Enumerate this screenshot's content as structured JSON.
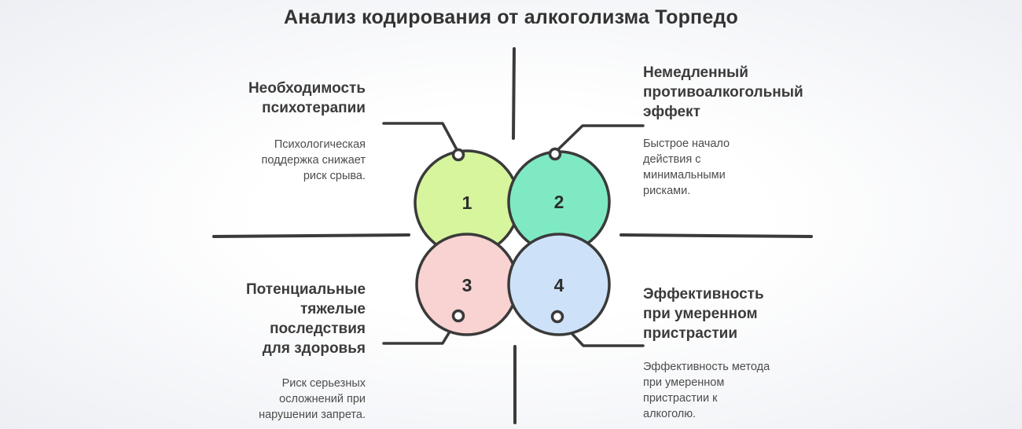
{
  "title": "Анализ кодирования от алкоголизма Торпедо",
  "colors": {
    "outline": "#3a3a3a",
    "background_edge": "#edeff4",
    "background_center": "#ffffff"
  },
  "circles": [
    {
      "number": "1",
      "color": "#d6f59d"
    },
    {
      "number": "2",
      "color": "#7fe9c3"
    },
    {
      "number": "3",
      "color": "#f9d2d2"
    },
    {
      "number": "4",
      "color": "#cde2f8"
    }
  ],
  "quadrants": {
    "top_left": {
      "heading": "Необходимость психотерапии",
      "description": "Психологическая поддержка снижает риск срыва."
    },
    "top_right": {
      "heading": "Немедленный противоалкогольный эффект",
      "description": "Быстрое начало действия с минимальными рисками."
    },
    "bottom_left": {
      "heading": "Потенциальные тяжелые последствия для здоровья",
      "description": "Риск серьезных осложнений при нарушении запрета."
    },
    "bottom_right": {
      "heading": "Эффективность при умеренном пристрастии",
      "description": "Эффективность метода при умеренном пристрастии к алкоголю."
    }
  }
}
